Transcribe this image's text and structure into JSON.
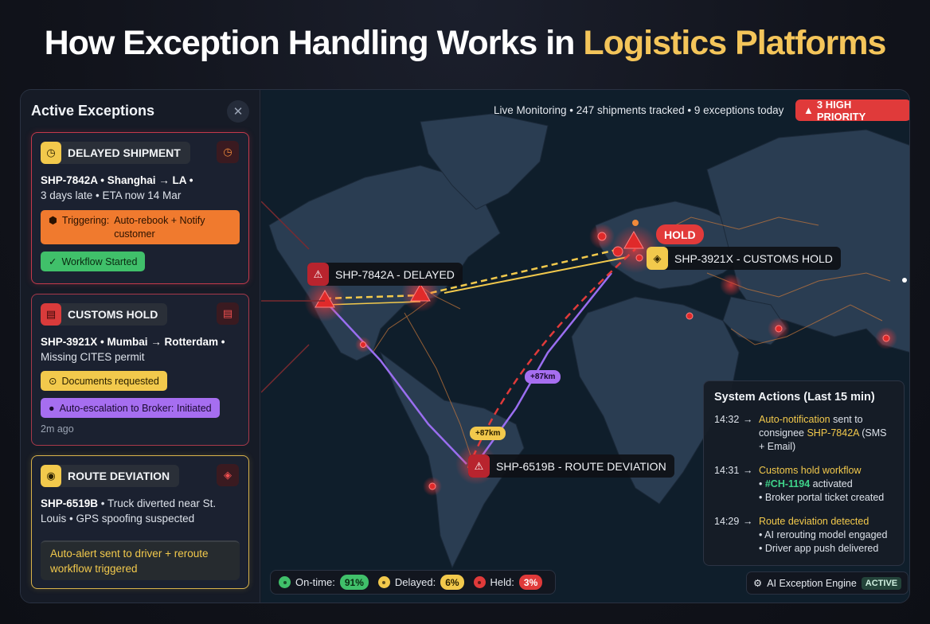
{
  "headline": {
    "main": "How Exception Handling Works in",
    "accent": "Logistics Platforms"
  },
  "sidebar": {
    "title": "Active Exceptions",
    "close_icon": "close-icon",
    "cards": [
      {
        "type": "DELAYED SHIPMENT",
        "icon": "clock-icon",
        "shipment_id": "SHP-7842A",
        "detail_1": " • Shanghai → LA •",
        "detail_2": "3 days late • ETA now 14 Mar",
        "trigger_label": "Triggering:",
        "trigger_value": "Auto-rebook + Notify customer",
        "status": "Workflow Started"
      },
      {
        "type": "CUSTOMS HOLD",
        "icon": "document-icon",
        "shipment_id": "SHP-3921X",
        "detail_1": " • Mumbai → Rotterdam •",
        "detail_2": "Missing CITES permit",
        "action_1": "Documents requested",
        "action_2": "Auto-escalation to Broker: Initiated",
        "time_ago": "2m ago"
      },
      {
        "type": "ROUTE DEVIATION",
        "icon": "map-pin-icon",
        "shipment_id": "SHP-6519B",
        "detail_1": " • Truck diverted near St. Louis • GPS spoofing suspected",
        "alert": "Auto-alert sent to driver + reroute workflow triggered"
      }
    ]
  },
  "map": {
    "status_line": "Live Monitoring • 247 shipments tracked • 9 exceptions today",
    "priority_badge": "3 HIGH PRIORITY",
    "callouts": {
      "delayed": "SHP-7842A - DELAYED",
      "customs": "SHP-3921X - CUSTOMS HOLD",
      "route": "SHP-6519B - ROUTE DEVIATION",
      "hold_badge": "HOLD"
    },
    "distance_tags": {
      "purple": "+87km",
      "yellow": "+87km"
    }
  },
  "system_actions": {
    "title": "System Actions (Last 15 min)",
    "entries": [
      {
        "time": "14:32",
        "highlight": "Auto-notification",
        "text_1": " sent to consignee ",
        "ref": "SHP-7842A",
        "text_2": " (SMS + Email)"
      },
      {
        "time": "14:31",
        "highlight": "Customs hold workflow",
        "code": "#CH-1194",
        "code_suffix": " activated",
        "bullet_2": "Broker portal ticket created"
      },
      {
        "time": "14:29",
        "highlight": "Route deviation detected",
        "bullet_1": "AI rerouting model engaged",
        "bullet_2": "Driver app push delivered"
      }
    ]
  },
  "legend": {
    "items": [
      {
        "label": "On-time:",
        "value": "91%",
        "color": "#40c06a"
      },
      {
        "label": "Delayed:",
        "value": "6%",
        "color": "#f2c94c"
      },
      {
        "label": "Held:",
        "value": "3%",
        "color": "#e03a3a"
      }
    ]
  },
  "engine": {
    "label": "AI Exception Engine",
    "status": "ACTIVE"
  },
  "arrow": "→"
}
